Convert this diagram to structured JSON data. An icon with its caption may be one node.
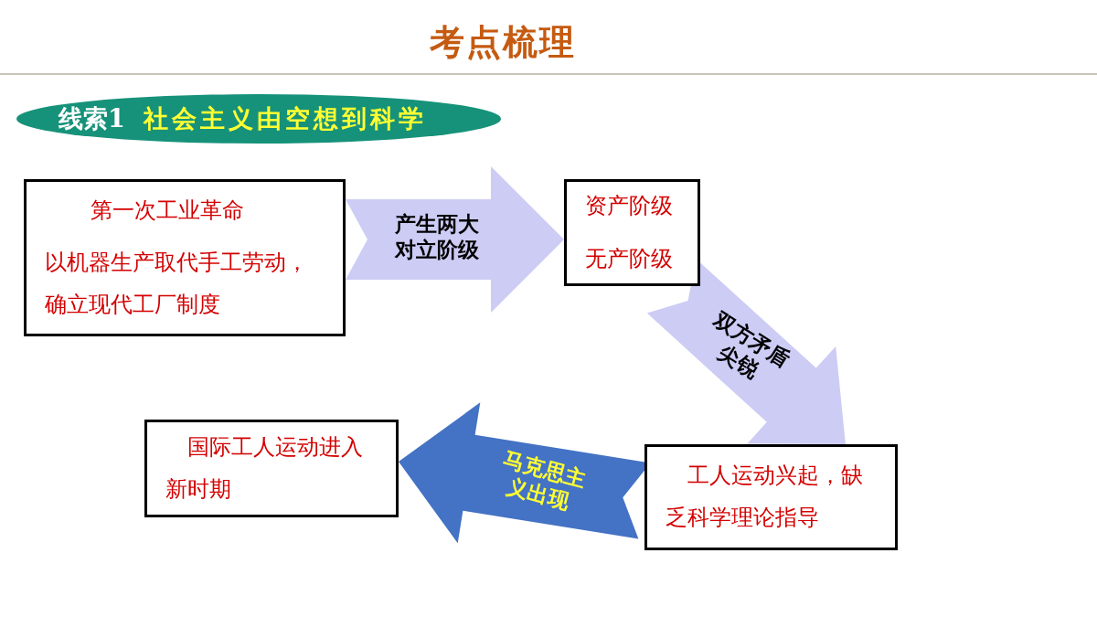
{
  "diagram": {
    "title": "考点梳理",
    "nodes": [
      {
        "text": [
          "线索1",
          "社会主义由空想到科学"
        ]
      },
      {
        "text": [
          "第一次工业革命",
          "以机器生产取代手工劳动，确立现代工厂制度"
        ]
      },
      {
        "text": [
          "资产阶级",
          "无产阶级"
        ]
      },
      {
        "text": [
          "工人运动兴起，缺乏科学理论指导"
        ]
      },
      {
        "text": [
          "国际工人运动进入新时期"
        ]
      }
    ],
    "edges": [
      {
        "from": 1,
        "to": 2,
        "arrow": "to",
        "label": "产生两大对立阶级"
      },
      {
        "from": 2,
        "to": 3,
        "arrow": "to",
        "label": "双方矛盾尖锐"
      },
      {
        "from": 3,
        "to": 4,
        "arrow": "to",
        "label": "马克思主义出现",
        "color": "#4472c4"
      }
    ]
  }
}
